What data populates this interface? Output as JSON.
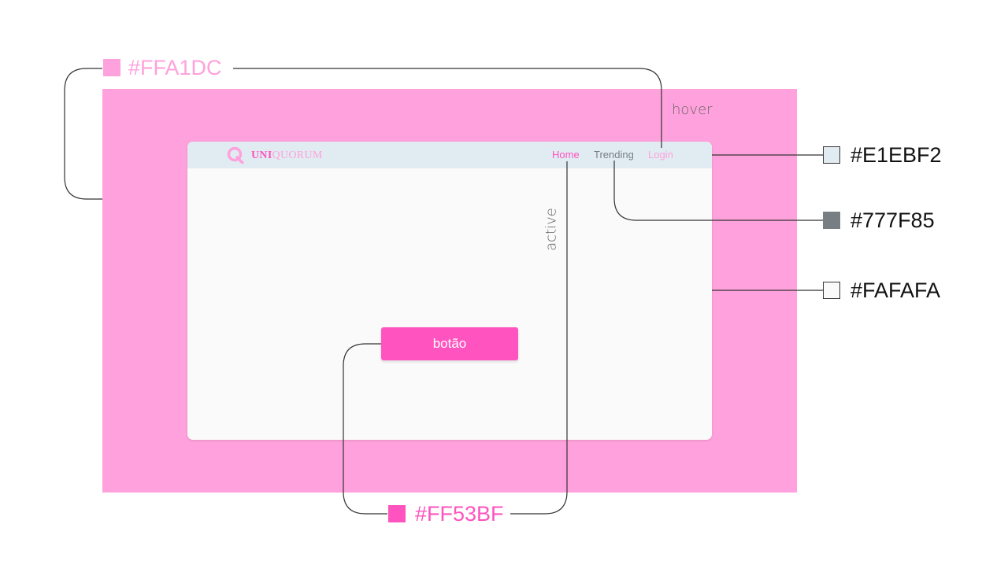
{
  "palette": {
    "pink_light": "#FFA1DC",
    "pink_strong": "#FF53BF",
    "nav_bg": "#E1EBF2",
    "gray_text": "#777F85",
    "page_bg": "#FAFAFA"
  },
  "swatches": {
    "background": {
      "hex": "#FFA1DC"
    },
    "navbar": {
      "hex": "#E1EBF2"
    },
    "nav_text": {
      "hex": "#777F85"
    },
    "content": {
      "hex": "#FAFAFA"
    },
    "accent": {
      "hex": "#FF53BF"
    }
  },
  "logo": {
    "uni": "UNI",
    "quorum": "QUORUM"
  },
  "nav": {
    "home": "Home",
    "trending": "Trending",
    "login": "Login"
  },
  "button": {
    "label": "botão"
  },
  "notes": {
    "hover": "hover",
    "active": "active"
  }
}
